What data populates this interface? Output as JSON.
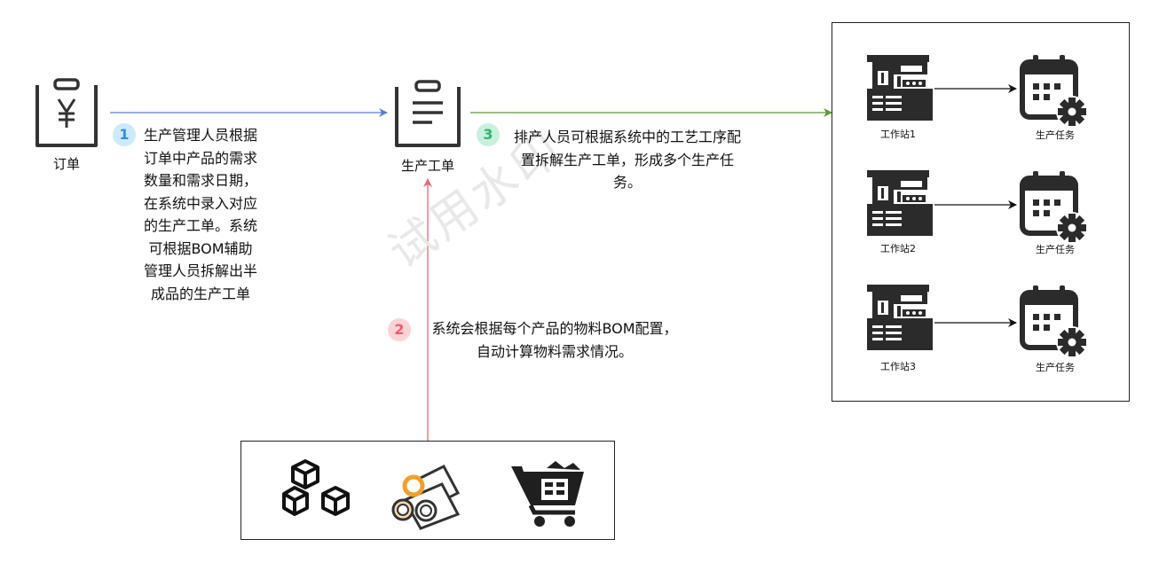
{
  "watermark": "试用水印",
  "nodes": {
    "order": "订单",
    "work_order": "生产工单"
  },
  "steps": [
    {
      "number": "1",
      "text": "生产管理人员根据订单中产品的需求数量和需求日期，在系统中录入对应的生产工单。系统可根据BOM辅助管理人员拆解出半成品的生产工单",
      "badge_bg": "#cde9fb",
      "badge_fg": "#2f8fe0"
    },
    {
      "number": "2",
      "text": "系统会根据每个产品的物料BOM配置，自动计算物料需求情况。",
      "badge_bg": "#fbd3d6",
      "badge_fg": "#e8606b"
    },
    {
      "number": "3",
      "text": "排产人员可根据系统中的工艺工序配置拆解生产工单，形成多个生产任务。",
      "badge_bg": "#c9f0dd",
      "badge_fg": "#2fb572"
    }
  ],
  "stations": [
    {
      "station": "工作站1",
      "task": "生产任务"
    },
    {
      "station": "工作站2",
      "task": "生产任务"
    },
    {
      "station": "工作站3",
      "task": "生产任务"
    }
  ],
  "colors": {
    "arrow_order": "#5b7fd6",
    "arrow_material": "#e06b72",
    "arrow_tasks": "#5a9a32",
    "icon": "#2b2b2b"
  },
  "icons": [
    "order-clipboard-icon",
    "work-order-clipboard-icon",
    "cubes-icon",
    "pipes-icon",
    "cart-icon",
    "machine-icon",
    "calendar-gear-icon"
  ]
}
